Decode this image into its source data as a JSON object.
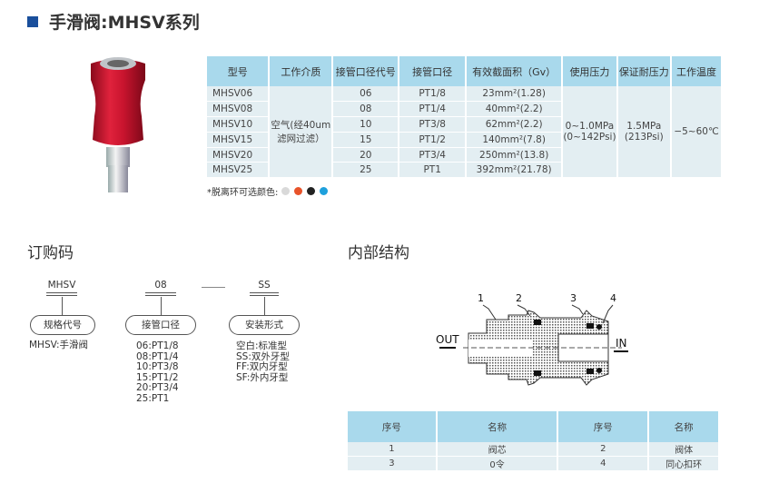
{
  "title": "手滑阀:MHSV系列",
  "spec_table": {
    "headers": [
      "型号",
      "工作介质",
      "接管口径代号",
      "接管口径",
      "有效截面积（Gv）",
      "使用压力",
      "保证耐压力",
      "工作温度"
    ],
    "rows": [
      {
        "model": "MHSV06",
        "code": "06",
        "port": "PT1/8",
        "area": "23mm²(1.28)"
      },
      {
        "model": "MHSV08",
        "code": "08",
        "port": "PT1/4",
        "area": "40mm²(2.2)"
      },
      {
        "model": "MHSV10",
        "code": "10",
        "port": "PT3/8",
        "area": "62mm²(2.2)"
      },
      {
        "model": "MHSV15",
        "code": "15",
        "port": "PT1/2",
        "area": "140mm²(7.8)"
      },
      {
        "model": "MHSV20",
        "code": "20",
        "port": "PT3/4",
        "area": "250mm²(13.8)"
      },
      {
        "model": "MHSV25",
        "code": "25",
        "port": "PT1",
        "area": "392mm²(21.78)"
      }
    ],
    "medium": "空气(经40um滤网过滤）",
    "pressure": "0~1.0MPa (0~142Psi)",
    "proof": "1.5MPa (213Psi)",
    "temp": "−5~60℃"
  },
  "note": {
    "label": "*脱离环可选颜色:",
    "colors": [
      "#d9d9d9",
      "#e8532a",
      "#222222",
      "#1ea0dc"
    ]
  },
  "order": {
    "heading": "订购码",
    "parts": [
      {
        "code": "MHSV",
        "label": "规格代号",
        "items": [
          "MHSV:手滑阀"
        ]
      },
      {
        "code": "08",
        "label": "接管口径",
        "items": [
          "06:PT1/8",
          "08:PT1/4",
          "10:PT3/8",
          "15:PT1/2",
          "20:PT3/4",
          "25:PT1"
        ]
      },
      {
        "code": "SS",
        "label": "安装形式",
        "items": [
          "空白:标准型",
          "SS:双外牙型",
          "FF:双内牙型",
          "SF:外内牙型"
        ]
      }
    ]
  },
  "structure": {
    "heading": "内部结构",
    "out": "OUT",
    "in": "IN",
    "callouts": [
      "1",
      "2",
      "3",
      "4"
    ]
  },
  "parts_table": {
    "headers": [
      "序号",
      "名称",
      "序号",
      "名称"
    ],
    "rows": [
      [
        "1",
        "阀芯",
        "2",
        "阀体"
      ],
      [
        "3",
        "0令",
        "4",
        "同心扣环"
      ]
    ]
  }
}
